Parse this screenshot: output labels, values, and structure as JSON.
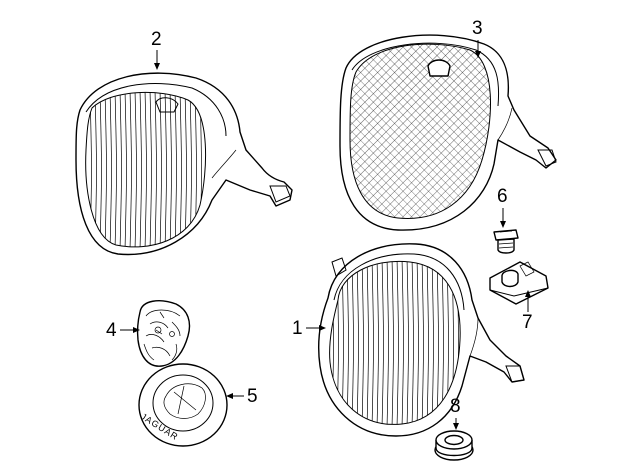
{
  "callouts": [
    {
      "id": "1",
      "part": "grille-bottom-right"
    },
    {
      "id": "2",
      "part": "grille-top-left"
    },
    {
      "id": "3",
      "part": "mesh-grille"
    },
    {
      "id": "4",
      "part": "leaper-badge"
    },
    {
      "id": "5",
      "part": "emblem"
    },
    {
      "id": "6",
      "part": "screw"
    },
    {
      "id": "7",
      "part": "clip-nut"
    },
    {
      "id": "8",
      "part": "grommet"
    }
  ],
  "emblem": {
    "text": "JAGUAR"
  }
}
